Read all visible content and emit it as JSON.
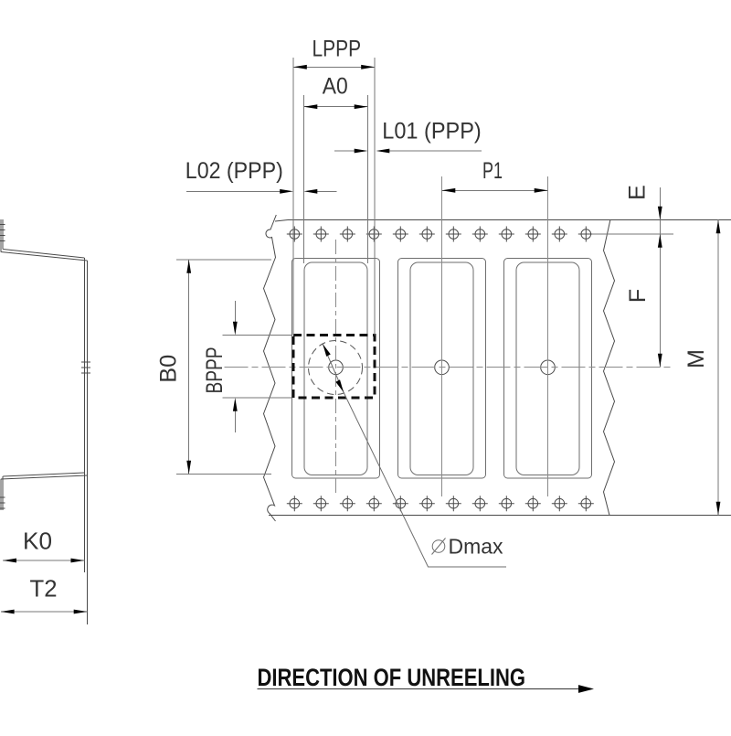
{
  "labels": {
    "lppp": "LPPP",
    "a0": "A0",
    "l01": "L01 (PPP)",
    "l02": "L02 (PPP)",
    "p1": "P1",
    "e": "E",
    "f": "F",
    "m": "M",
    "b0": "B0",
    "bppp": "BPPP",
    "k0": "K0",
    "t2": "T2",
    "dmax": "Dmax",
    "direction": "DIRECTION OF UNREELING"
  },
  "colors": {
    "background": "#ffffff",
    "geometry_line": "#4a4a4a",
    "dimension_line": "#777777",
    "arrow": "#000000",
    "text": "#333333",
    "component_outline": "#111111"
  }
}
